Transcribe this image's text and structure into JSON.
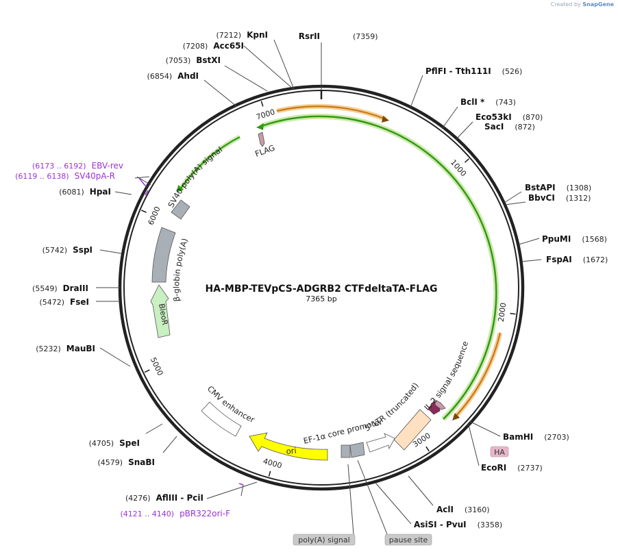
{
  "credit": {
    "prefix": "Created by",
    "brand": "SnapGene"
  },
  "title": "HA-MBP-TEVpCS-ADGRB2 CTFdeltaTA-FLAG",
  "size_label": "7365 bp",
  "total_bp": 7365,
  "ticks": [
    1000,
    2000,
    3000,
    4000,
    5000,
    6000,
    7000
  ],
  "sites": [
    {
      "name": "RsrII",
      "pos": 7359,
      "label": "(7359)"
    },
    {
      "name": "KpnI",
      "pos": 7212,
      "label": "(7212)"
    },
    {
      "name": "Acc65I",
      "pos": 7208,
      "label": "(7208)"
    },
    {
      "name": "BstXI",
      "pos": 7053,
      "label": "(7053)"
    },
    {
      "name": "AhdI",
      "pos": 6854,
      "label": "(6854)"
    },
    {
      "name": "PflFI  - Tth111I",
      "pos": 526,
      "label": "(526)"
    },
    {
      "name": "BclI *",
      "pos": 743,
      "label": "(743)"
    },
    {
      "name": "Eco53kI",
      "pos": 870,
      "label": "(870)"
    },
    {
      "name": "SacI",
      "pos": 872,
      "label": "(872)"
    },
    {
      "name": "BstAPI",
      "pos": 1308,
      "label": "(1308)"
    },
    {
      "name": "BbvCI",
      "pos": 1312,
      "label": "(1312)"
    },
    {
      "name": "PpuMI",
      "pos": 1568,
      "label": "(1568)"
    },
    {
      "name": "FspAI",
      "pos": 1672,
      "label": "(1672)"
    },
    {
      "name": "BamHI",
      "pos": 2703,
      "label": "(2703)"
    },
    {
      "name": "EcoRI",
      "pos": 2737,
      "label": "(2737)"
    },
    {
      "name": "AclI",
      "pos": 3160,
      "label": "(3160)"
    },
    {
      "name": "AsiSI  - PvuI",
      "pos": 3358,
      "label": "(3358)"
    },
    {
      "name": "AflIII  - PciI",
      "pos": 4276,
      "label": "(4276)"
    },
    {
      "name": "SnaBI",
      "pos": 4579,
      "label": "(4579)"
    },
    {
      "name": "SpeI",
      "pos": 4705,
      "label": "(4705)"
    },
    {
      "name": "MauBI",
      "pos": 5232,
      "label": "(5232)"
    },
    {
      "name": "FseI",
      "pos": 5472,
      "label": "(5472)"
    },
    {
      "name": "DraIII",
      "pos": 5549,
      "label": "(5549)"
    },
    {
      "name": "SspI",
      "pos": 5742,
      "label": "(5742)"
    },
    {
      "name": "HpaI",
      "pos": 6081,
      "label": "(6081)"
    }
  ],
  "primers": [
    {
      "name": "EBV-rev",
      "label": "(6173 .. 6192)"
    },
    {
      "name": "SV40pA-R",
      "label": "(6119 .. 6138)"
    },
    {
      "name": "pBR322ori-F",
      "label": "(4121 .. 4140)"
    }
  ],
  "features": [
    {
      "name": "FLAG",
      "color": "#c99aa6"
    },
    {
      "name": "SV40 poly(A) signal",
      "color": "#a9afb6"
    },
    {
      "name": "β-globin poly(A)",
      "color": "#a9afb6"
    },
    {
      "name": "BleoR",
      "color": "#c8f0c0"
    },
    {
      "name": "CMV enhancer",
      "color": "#ffffff"
    },
    {
      "name": "ori",
      "color": "#ffff00"
    },
    {
      "name": "EF-1α core promoter",
      "color": "#ffffff"
    },
    {
      "name": "5' LTR (truncated)",
      "color": "#ffe0c0"
    },
    {
      "name": "IL-2 signal sequence",
      "color": "#8b2a5a"
    },
    {
      "name": "HA",
      "color": "#e7b7c9"
    }
  ],
  "boxed_labels": [
    "HA",
    "poly(A) signal",
    "pause site"
  ],
  "colors": {
    "primer": "#9b30d9",
    "orf_green": "#2f9a12",
    "orf_orange": "#c87a10",
    "backbone": "#222222"
  }
}
